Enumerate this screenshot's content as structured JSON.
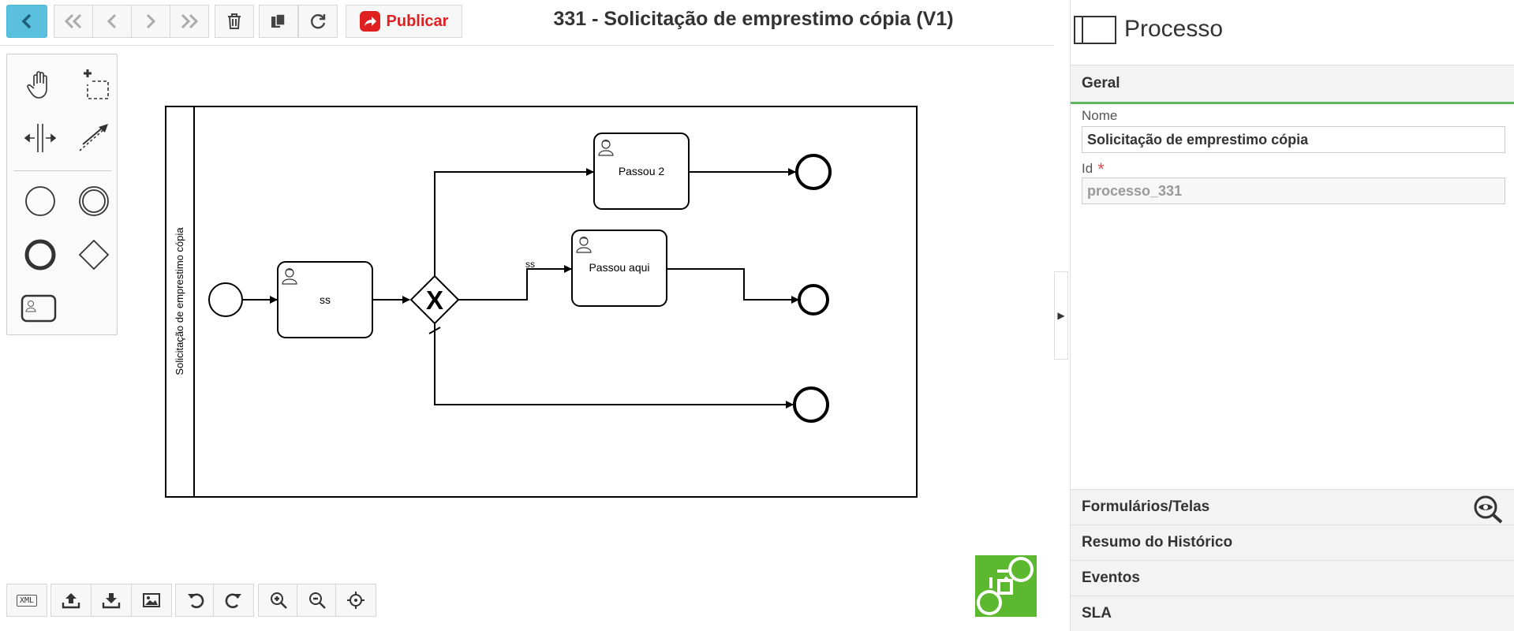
{
  "toolbar": {
    "back_icon": "chevron-left-icon",
    "first_icon": "double-chevron-left-icon",
    "prev_icon": "chevron-left-icon",
    "next_icon": "chevron-right-icon",
    "last_icon": "double-chevron-right-icon",
    "delete_icon": "trash-icon",
    "copy_icon": "copy-icon",
    "refresh_icon": "refresh-icon",
    "publish_label": "Publicar",
    "accent_color": "#5bc0de",
    "publish_color": "#e02020"
  },
  "header": {
    "title": "331 - Solicitação de emprestimo cópia (V1)"
  },
  "palette": {
    "tools": [
      "hand-tool-icon",
      "lasso-tool-icon",
      "space-tool-icon",
      "connect-tool-icon",
      "start-event-icon",
      "intermediate-event-icon",
      "end-event-icon",
      "gateway-icon",
      "user-task-icon"
    ]
  },
  "diagram": {
    "pool_label": "Solicitação de emprestimo cópia",
    "tasks": [
      {
        "id": "task-ss",
        "label": "ss"
      },
      {
        "id": "task-passou-2",
        "label": "Passou 2"
      },
      {
        "id": "task-passou-aqui",
        "label": "Passou aqui"
      }
    ],
    "gateway_label": "X",
    "flow_label": "ss"
  },
  "bottom_toolbar": {
    "xml_label": "XML",
    "tools": [
      "upload-icon",
      "download-icon",
      "image-icon",
      "undo-icon",
      "redo-icon",
      "zoom-in-icon",
      "zoom-out-icon",
      "center-icon"
    ]
  },
  "panel": {
    "title": "Processo",
    "sections": {
      "geral": "Geral",
      "formularios": "Formulários/Telas",
      "historico": "Resumo do Histórico",
      "eventos": "Eventos",
      "sla": "SLA"
    },
    "fields": {
      "nome_label": "Nome",
      "nome_value": "Solicitação de emprestimo cópia",
      "id_label": "Id",
      "id_value": "processo_331"
    },
    "active_color": "#5cb85c"
  }
}
